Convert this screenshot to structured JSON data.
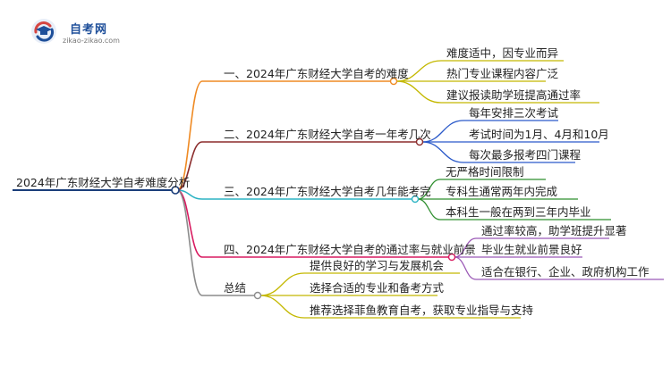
{
  "logo": {
    "brand": "自考网",
    "url": "zikao-zikao.com",
    "icon": "graduation-cap-icon"
  },
  "colors": {
    "root": "#1a3e7a",
    "branch1": "#ef8a23",
    "branch2": "#8b2c2c",
    "branch3": "#2bb3c3",
    "branch4": "#d81b60",
    "branch5": "#8c8c8c",
    "leaf1": "#c4b800",
    "leaf2": "#2a59c9",
    "leaf3": "#2f8f2f",
    "leaf4": "#9b59b6"
  },
  "mindmap": {
    "root": "2024年广东财经大学自考难度分析",
    "branches": [
      {
        "label": "一、2024年广东财经大学自考的难度",
        "leaves": [
          "难度适中，因专业而异",
          "热门专业课程内容广泛",
          "建议报读助学班提高通过率"
        ]
      },
      {
        "label": "二、2024年广东财经大学自考一年考几次",
        "leaves": [
          "每年安排三次考试",
          "考试时间为1月、4月和10月",
          "每次最多报考四门课程"
        ]
      },
      {
        "label": "三、2024年广东财经大学自考几年能考完",
        "leaves": [
          "无严格时间限制",
          "专科生通常两年内完成",
          "本科生一般在两到三年内毕业"
        ]
      },
      {
        "label": "四、2024年广东财经大学自考的通过率与就业前景",
        "leaves": [
          "通过率较高，助学班提升显著",
          "毕业生就业前景良好",
          "适合在银行、企业、政府机构工作"
        ]
      },
      {
        "label": "总结",
        "leaves": [
          "提供良好的学习与发展机会",
          "选择合适的专业和备考方式",
          "推荐选择菲鱼教育自考，获取专业指导与支持"
        ]
      }
    ]
  }
}
